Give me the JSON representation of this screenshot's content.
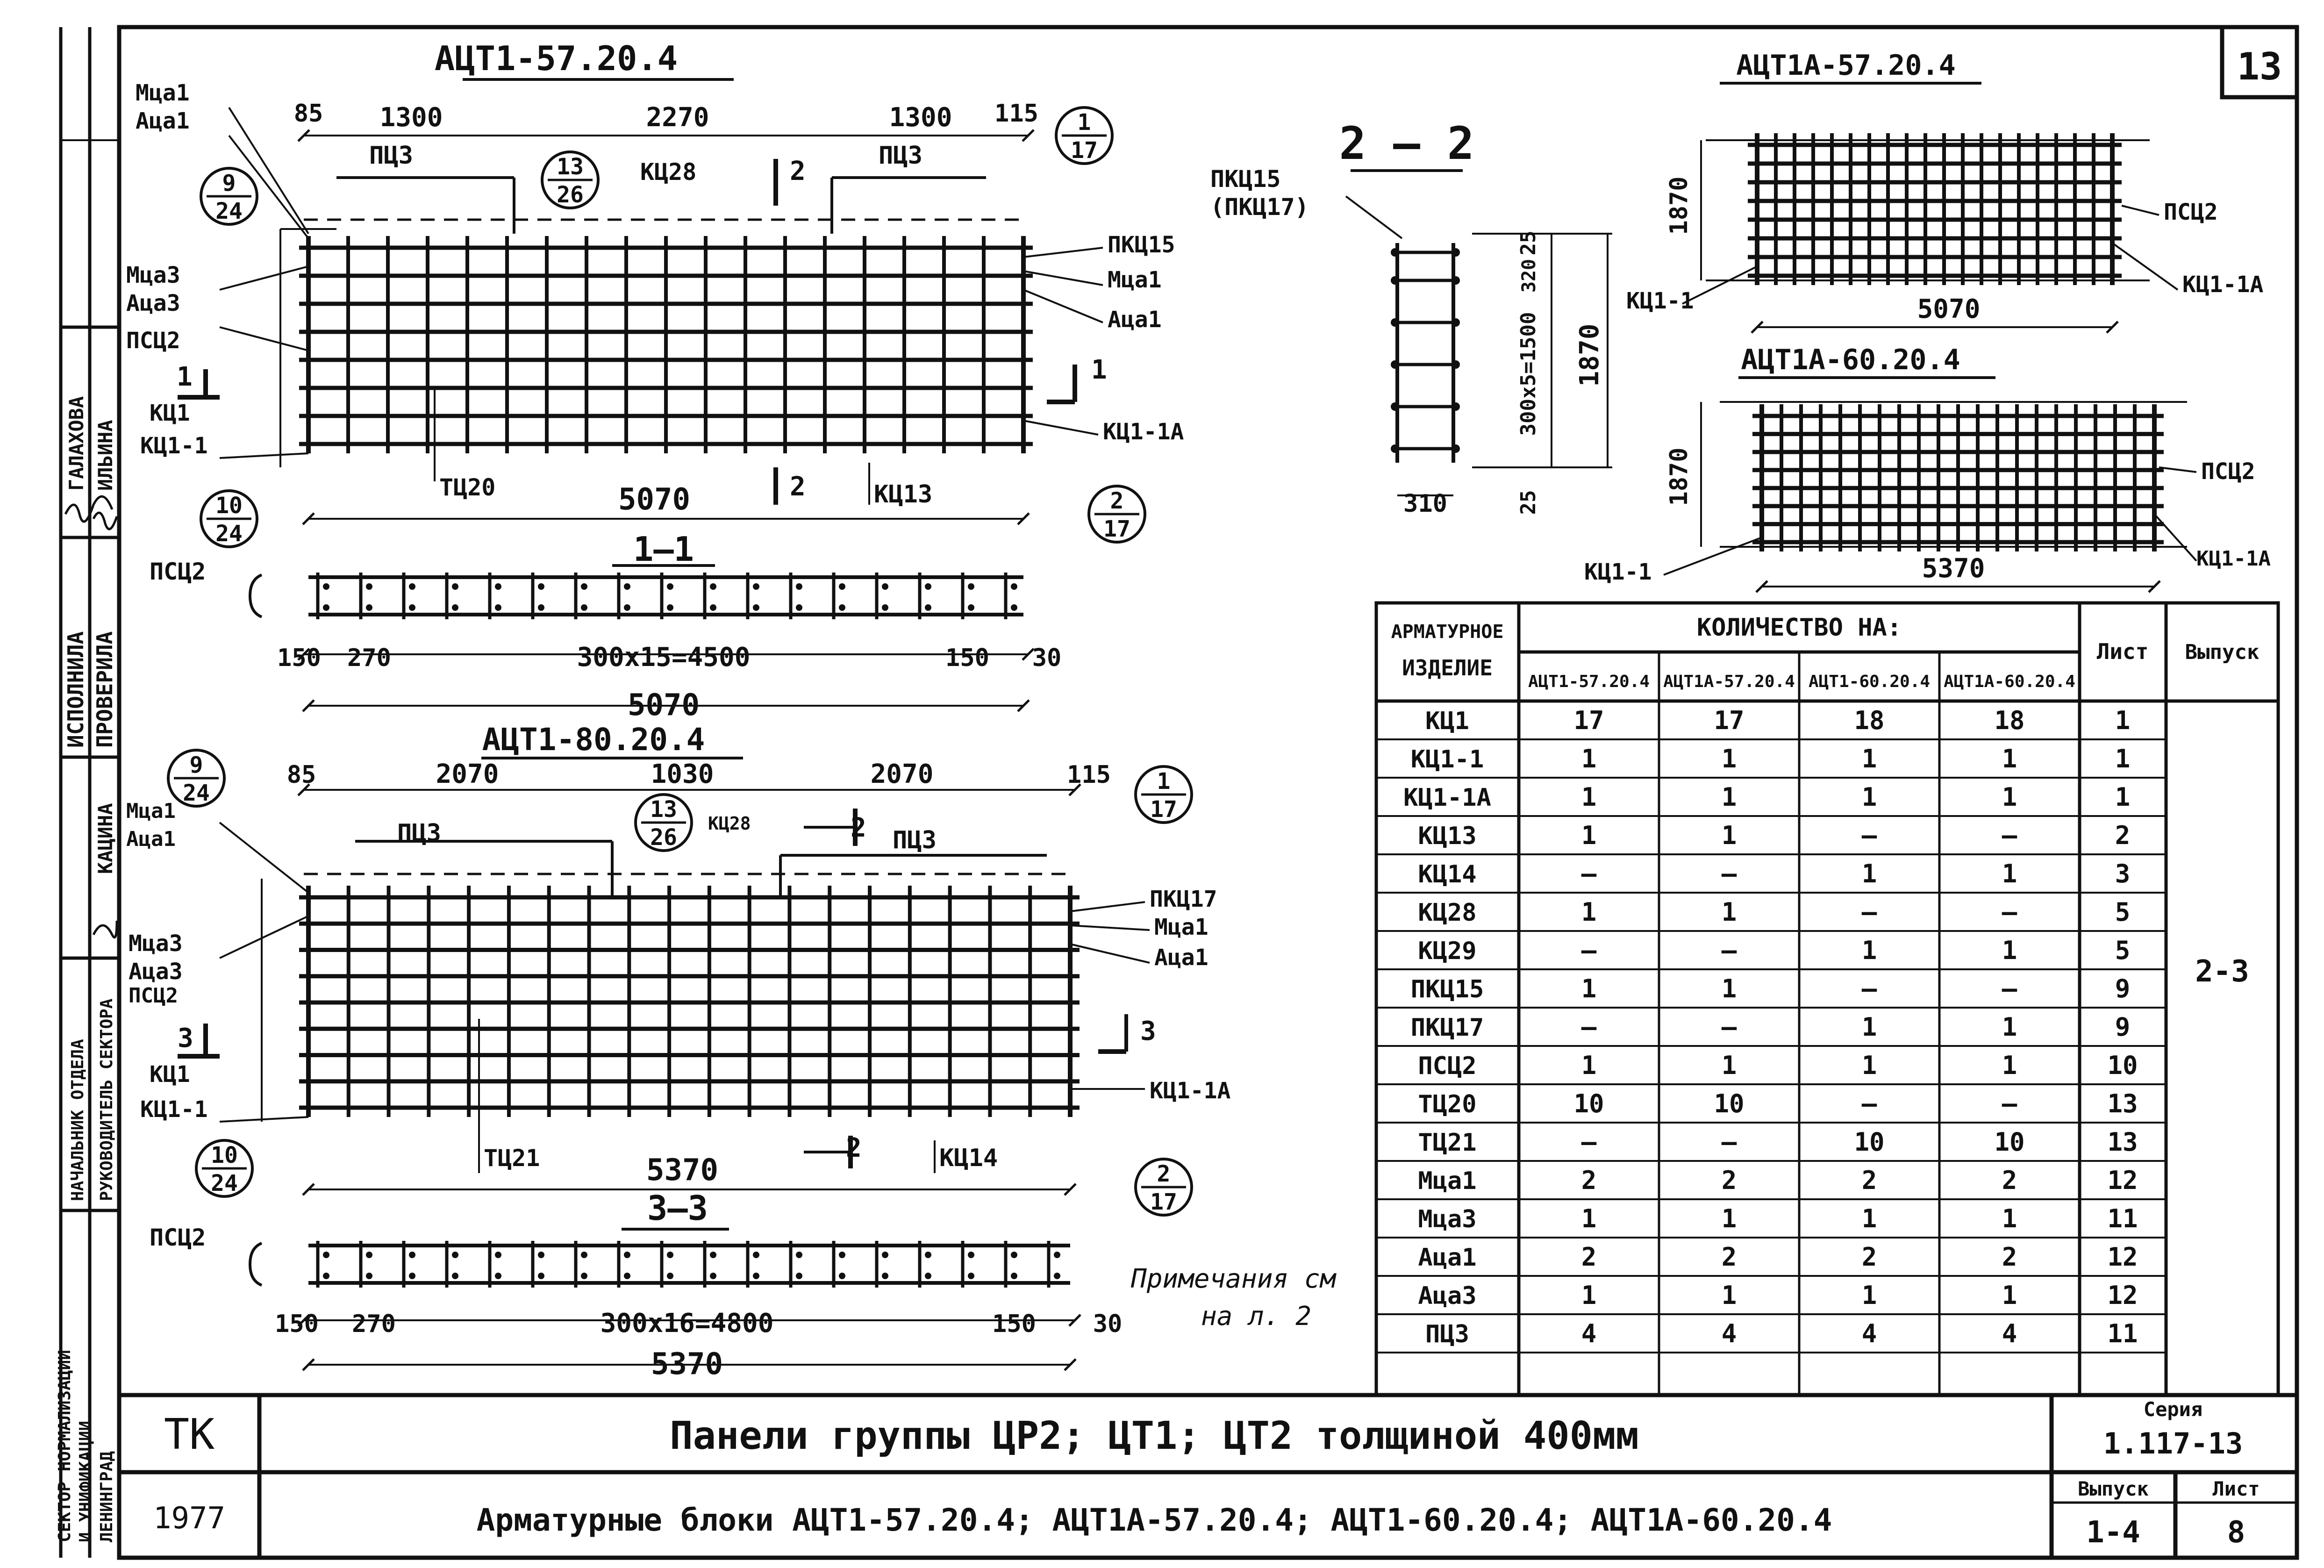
{
  "sheet_number": "13",
  "top_left": {
    "title": "АЦТ1-57.20.4",
    "dims_top": [
      "85",
      "1300",
      "2270",
      "1300",
      "115"
    ],
    "bottom_dim": "5070",
    "labels": [
      "Мца1",
      "Аца1",
      "Мца3",
      "Аца3",
      "ПСЦ2",
      "1",
      "КЦ1",
      "КЦ1-1",
      "ПЦ3",
      "КЦ28",
      "2",
      "ПЦ3",
      "ПКЦ15",
      "Мца1",
      "Аца1",
      "1",
      "КЦ1-1А",
      "ТЦ20",
      "2",
      "КЦ13"
    ],
    "callouts": [
      {
        "top": "9",
        "bottom": "24"
      },
      {
        "top": "13",
        "bottom": "26"
      },
      {
        "top": "1",
        "bottom": "17"
      },
      {
        "top": "10",
        "bottom": "24"
      },
      {
        "top": "2",
        "bottom": "17"
      }
    ]
  },
  "section_1_1": {
    "title": "1—1",
    "label": "ПСЦ2",
    "dims": [
      "150",
      "270",
      "300x15=4500",
      "150",
      "30"
    ],
    "total": "5070"
  },
  "bottom_left": {
    "title": "АЦТ1-80.20.4",
    "dims_top": [
      "85",
      "2070",
      "1030",
      "2070",
      "115"
    ],
    "bottom_dim": "5370",
    "labels": [
      "Мца1",
      "Аца1",
      "Мца3",
      "Аца3",
      "ПСЦ2",
      "3",
      "КЦ1",
      "КЦ1-1",
      "ПЦ3",
      "КЦ28",
      "2",
      "ПЦ3",
      "ПКЦ17",
      "Мца1",
      "Аца1",
      "3",
      "КЦ1-1А",
      "ТЦ21",
      "2",
      "КЦ14"
    ],
    "callouts": [
      {
        "top": "9",
        "bottom": "24"
      },
      {
        "top": "13",
        "bottom": "26"
      },
      {
        "top": "1",
        "bottom": "17"
      },
      {
        "top": "10",
        "bottom": "24"
      },
      {
        "top": "2",
        "bottom": "17"
      }
    ]
  },
  "section_3_3": {
    "title": "3—3",
    "label": "ПСЦ2",
    "dims": [
      "150",
      "270",
      "300x16=4800",
      "150",
      "30"
    ],
    "total": "5370"
  },
  "section_2_2": {
    "title": "2 – 2",
    "label_top": "ПКЦ15",
    "label_bottom": "(ПКЦ17)",
    "dims_v": [
      "25",
      "320",
      "300x5=1500",
      "25"
    ],
    "height": "1870",
    "width": "310"
  },
  "top_right": {
    "title": "АЦТ1А-57.20.4",
    "height": "1870",
    "width": "5070",
    "labels": [
      "ПСЦ2",
      "КЦ1-1",
      "КЦ1-1А"
    ]
  },
  "mid_right": {
    "title": "АЦТ1А-60.20.4",
    "height": "1870",
    "width": "5370",
    "labels": [
      "ПСЦ2",
      "КЦ1-1",
      "КЦ1-1А"
    ]
  },
  "note": {
    "line1": "Примечания см",
    "line2": "на л. 2"
  },
  "table": {
    "header_item_line1": "АРМАТУРНОЕ",
    "header_item_line2": "ИЗДЕЛИЕ",
    "header_group": "КОЛИЧЕСТВО  НА:",
    "columns": [
      "АЦТ1-57.20.4",
      "АЦТ1А-57.20.4",
      "АЦТ1-60.20.4",
      "АЦТ1А-60.20.4"
    ],
    "header_sheet": "Лист",
    "header_issue": "Выпуск",
    "issue_value": "2-3",
    "rows": [
      {
        "item": "КЦ1",
        "q": [
          "17",
          "17",
          "18",
          "18"
        ],
        "sheet": "1"
      },
      {
        "item": "КЦ1-1",
        "q": [
          "1",
          "1",
          "1",
          "1"
        ],
        "sheet": "1"
      },
      {
        "item": "КЦ1-1А",
        "q": [
          "1",
          "1",
          "1",
          "1"
        ],
        "sheet": "1"
      },
      {
        "item": "КЦ13",
        "q": [
          "1",
          "1",
          "—",
          "—"
        ],
        "sheet": "2"
      },
      {
        "item": "КЦ14",
        "q": [
          "—",
          "—",
          "1",
          "1"
        ],
        "sheet": "3"
      },
      {
        "item": "КЦ28",
        "q": [
          "1",
          "1",
          "—",
          "—"
        ],
        "sheet": "5"
      },
      {
        "item": "КЦ29",
        "q": [
          "—",
          "—",
          "1",
          "1"
        ],
        "sheet": "5"
      },
      {
        "item": "ПКЦ15",
        "q": [
          "1",
          "1",
          "—",
          "—"
        ],
        "sheet": "9"
      },
      {
        "item": "ПКЦ17",
        "q": [
          "—",
          "—",
          "1",
          "1"
        ],
        "sheet": "9"
      },
      {
        "item": "ПСЦ2",
        "q": [
          "1",
          "1",
          "1",
          "1"
        ],
        "sheet": "10"
      },
      {
        "item": "ТЦ20",
        "q": [
          "10",
          "10",
          "—",
          "—"
        ],
        "sheet": "13"
      },
      {
        "item": "ТЦ21",
        "q": [
          "—",
          "—",
          "10",
          "10"
        ],
        "sheet": "13"
      },
      {
        "item": "Мца1",
        "q": [
          "2",
          "2",
          "2",
          "2"
        ],
        "sheet": "12"
      },
      {
        "item": "Мца3",
        "q": [
          "1",
          "1",
          "1",
          "1"
        ],
        "sheet": "11"
      },
      {
        "item": "Аца1",
        "q": [
          "2",
          "2",
          "2",
          "2"
        ],
        "sheet": "12"
      },
      {
        "item": "Аца3",
        "q": [
          "1",
          "1",
          "1",
          "1"
        ],
        "sheet": "12"
      },
      {
        "item": "ПЦ3",
        "q": [
          "4",
          "4",
          "4",
          "4"
        ],
        "sheet": "11"
      }
    ]
  },
  "side_stamp": {
    "col1": [
      "ГАЛАХОВА",
      "ИЛЬИНА"
    ],
    "col2": [
      "ИСПОЛНИЛА",
      "ПРОВЕРИЛА"
    ],
    "col3": [
      "КАЦИНА"
    ],
    "col4": [
      "НАЧАЛЬНИК ОТДЕЛА",
      "РУКОВОДИТЕЛЬ СЕКТОРА"
    ],
    "col5": [
      "СЕКТОР НОРМАЛИЗАЦИИ",
      "И УНИФИКАЦИИ",
      "ЛЕНИНГРАД"
    ]
  },
  "title_block": {
    "org": "ТК",
    "year": "1977",
    "title1": "Панели группы ЦР2; ЦТ1; ЦТ2 толщиной 400мм",
    "title2": "Арматурные блоки АЦТ1-57.20.4; АЦТ1А-57.20.4; АЦТ1-60.20.4; АЦТ1А-60.20.4",
    "series_label": "Серия",
    "series": "1.117-13",
    "issue_label": "Выпуск",
    "issue": "1-4",
    "sheet_label": "Лист",
    "sheet": "8"
  }
}
